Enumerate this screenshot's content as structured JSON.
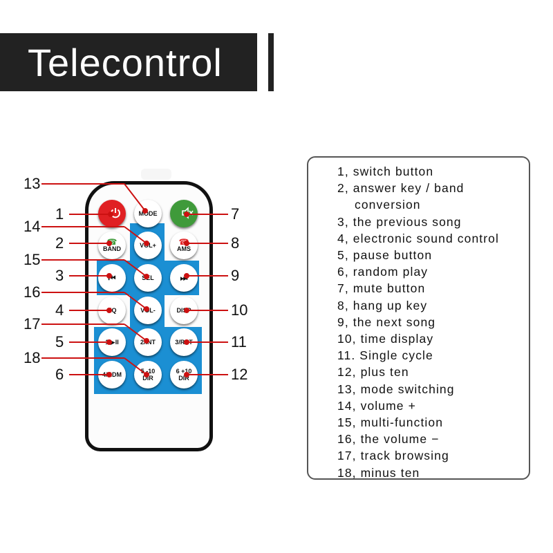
{
  "title": "Telecontrol",
  "colors": {
    "accent_blue": "#1b8fd3",
    "power_red": "#e02023",
    "mute_green": "#3f9a3a",
    "leader_red": "#cc1111"
  },
  "buttons": {
    "power": {
      "icon": "power-icon"
    },
    "mode": {
      "label": "MODE"
    },
    "mute": {
      "icon": "mute-icon"
    },
    "band": {
      "label": "BAND",
      "icon": "phone-answer-icon"
    },
    "vol_up": {
      "label": "VOL+"
    },
    "ams": {
      "label": "AMS",
      "icon": "phone-hangup-icon"
    },
    "prev": {
      "label": "⏮"
    },
    "sel": {
      "label": "SEL"
    },
    "next": {
      "label": "⏭"
    },
    "eq": {
      "label": "EQ"
    },
    "vol_down": {
      "label": "VOL-"
    },
    "disp": {
      "label": "DISP"
    },
    "b1": {
      "label": "1/▶II"
    },
    "b2": {
      "label": "2/INT"
    },
    "b3": {
      "label": "3/RPT"
    },
    "b4": {
      "label": "4/RDM"
    },
    "b5": {
      "label": "5 -10\nDIR"
    },
    "b6": {
      "label": "6 +10\nDIR"
    }
  },
  "callouts": {
    "n1": "1",
    "n2": "2",
    "n3": "3",
    "n4": "4",
    "n5": "5",
    "n6": "6",
    "n7": "7",
    "n8": "8",
    "n9": "9",
    "n10": "10",
    "n11": "11",
    "n12": "12",
    "n13": "13",
    "n14": "14",
    "n15": "15",
    "n16": "16",
    "n17": "17",
    "n18": "18"
  },
  "legend": [
    "1, switch button",
    "2, answer key / band",
    "conversion",
    "3, the previous song",
    "4, electronic sound control",
    "5, pause button",
    "6, random play",
    "7, mute button",
    "8, hang up key",
    "9, the next song",
    "10, time display",
    "11. Single cycle",
    "12, plus ten",
    "13, mode switching",
    "14, volume +",
    "15, multi-function",
    "16, the volume −",
    "17, track browsing",
    "18, minus ten"
  ]
}
